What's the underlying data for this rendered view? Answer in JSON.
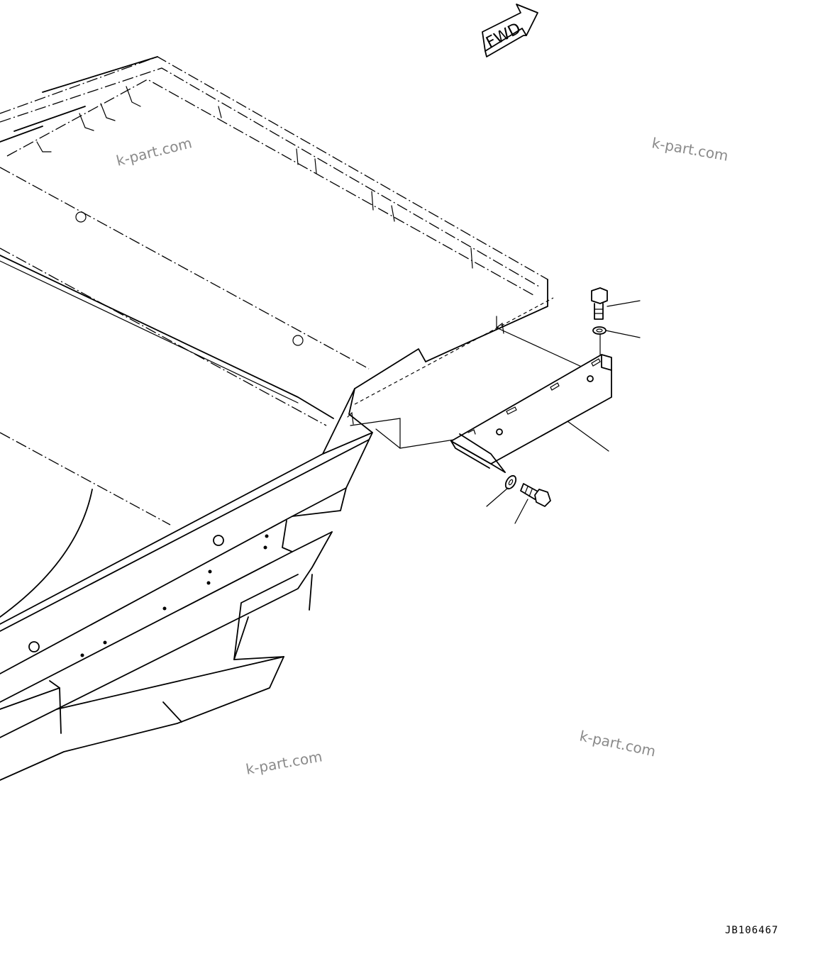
{
  "direction_arrow": {
    "label": "FWD"
  },
  "watermarks": [
    "k-part.com",
    "k-part.com",
    "k-part.com",
    "k-part.com"
  ],
  "drawing_code": "JB106467"
}
